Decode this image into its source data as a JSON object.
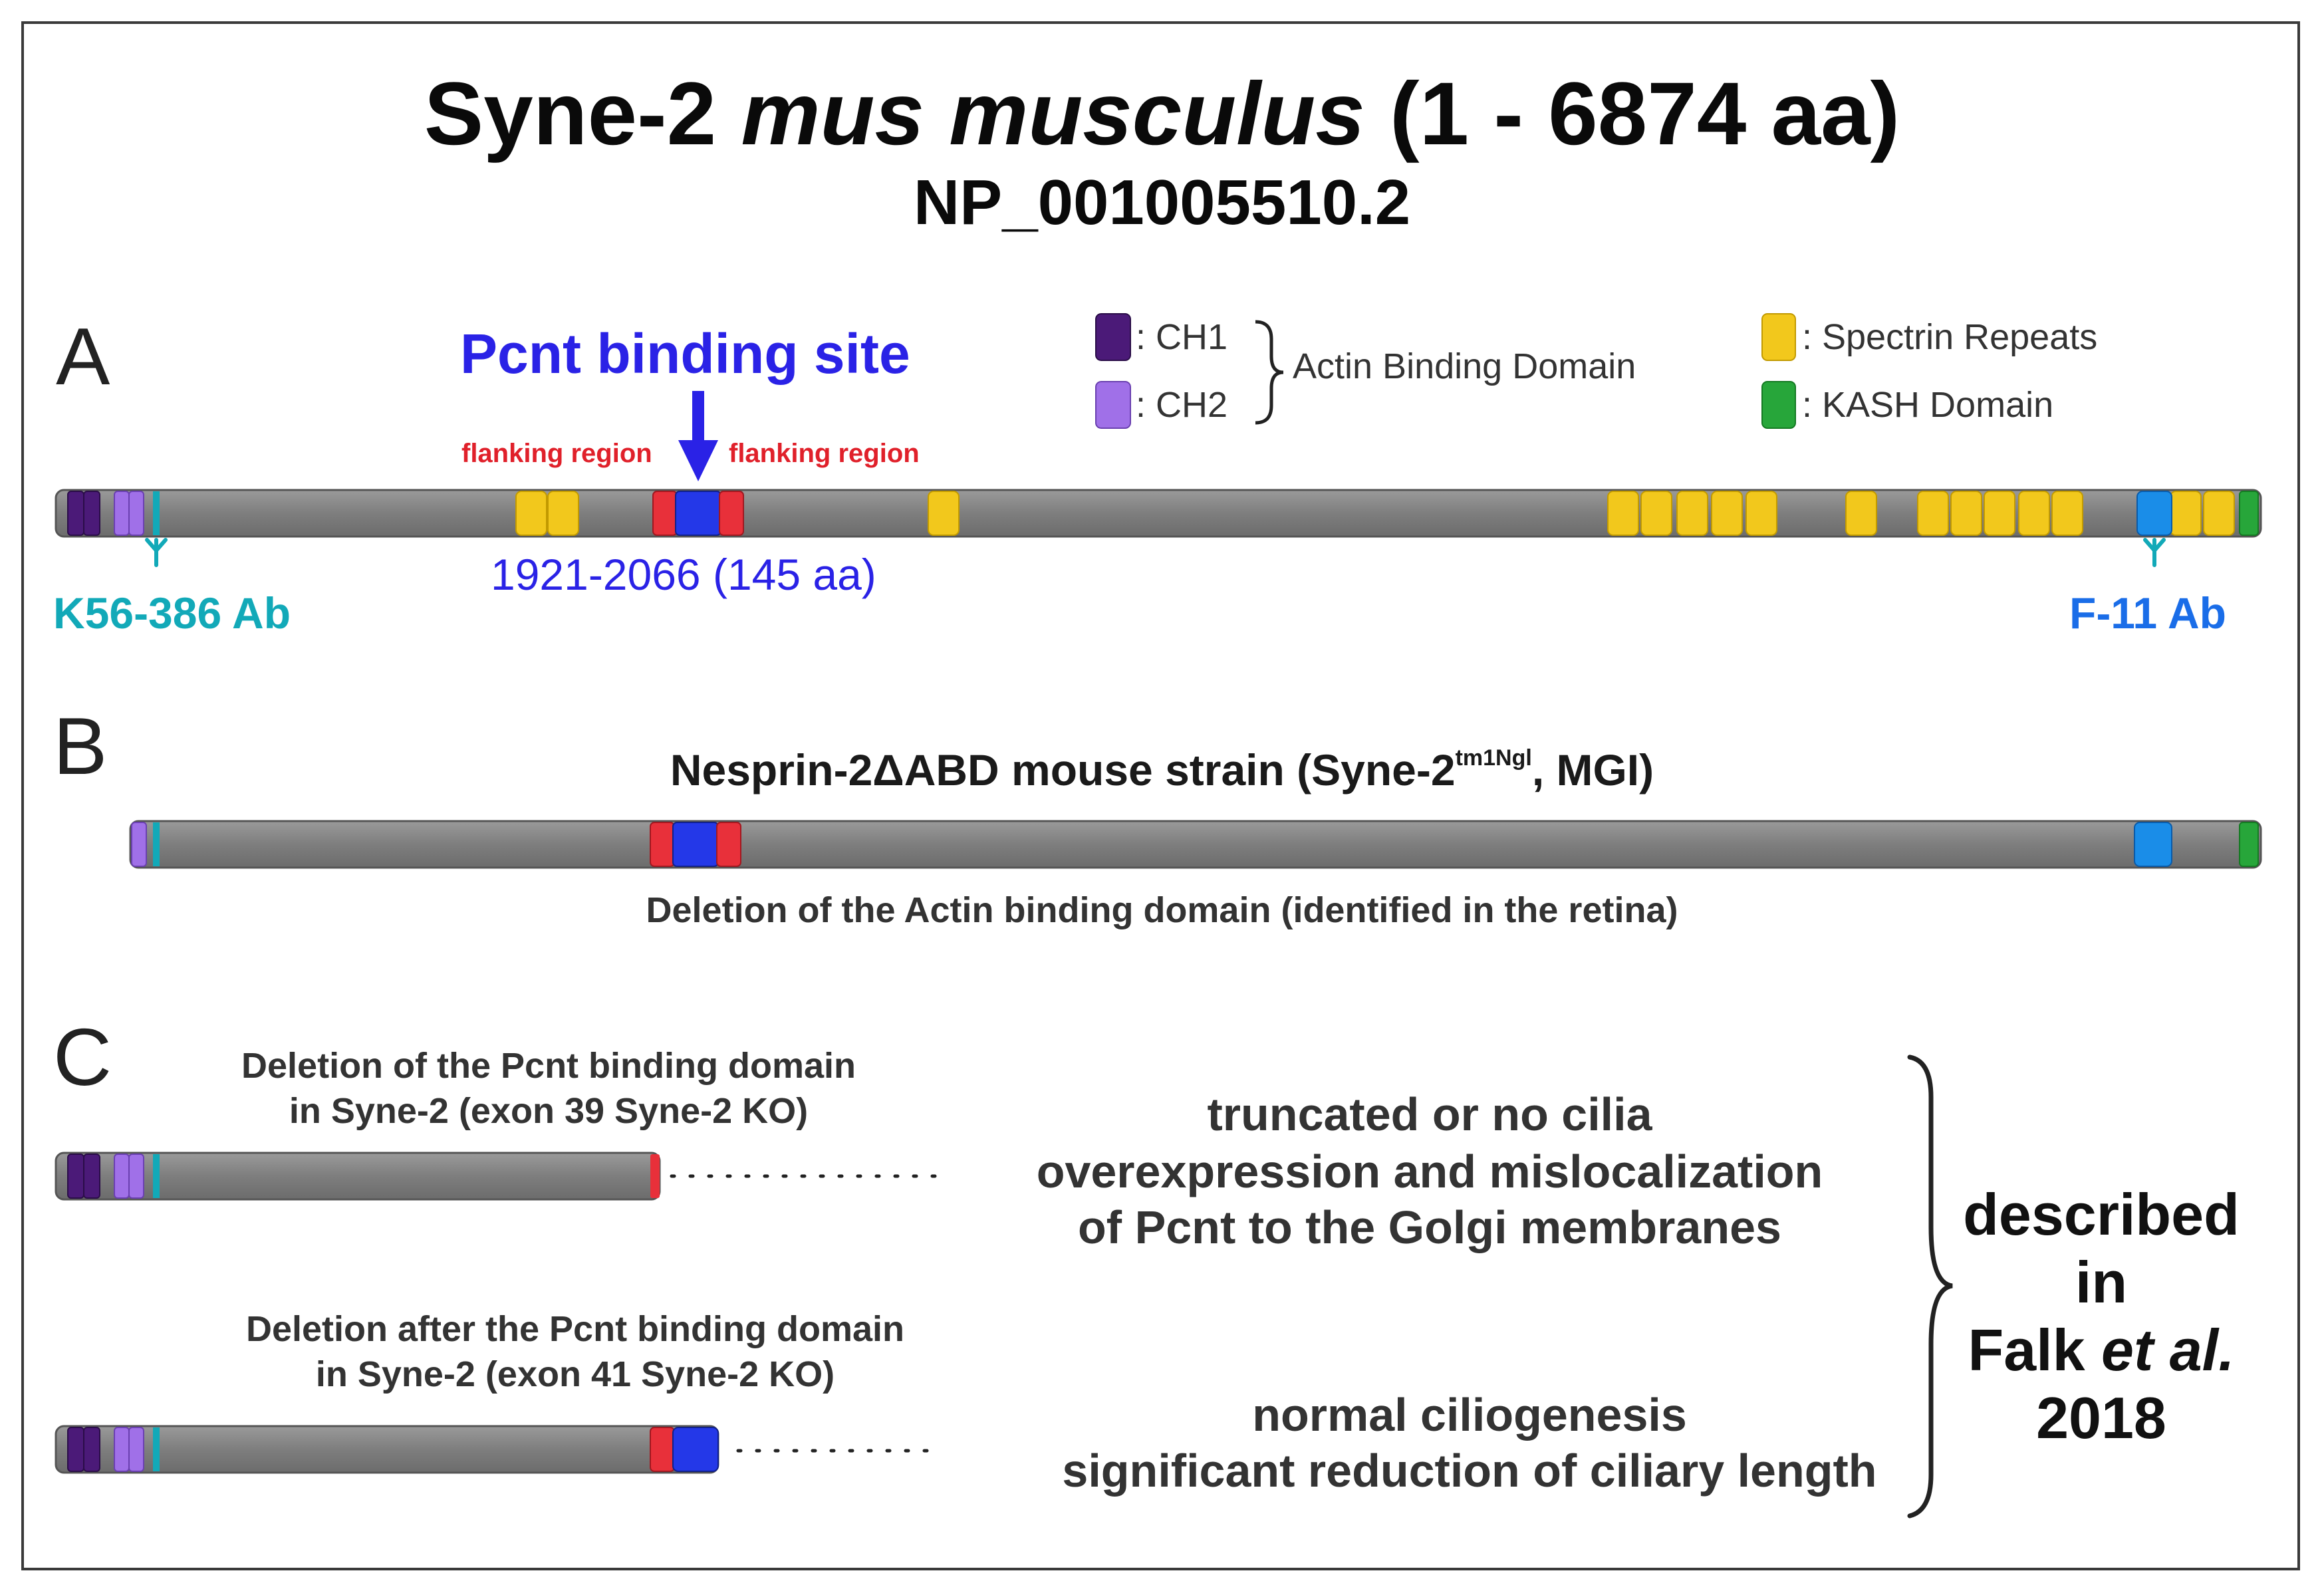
{
  "title": {
    "protein": "Syne-2",
    "species": "mus musculus",
    "range": "(1 - 6874 aa)",
    "accession": "NP_001005510.2"
  },
  "panels": {
    "a": "A",
    "b": "B",
    "c": "C"
  },
  "binding_site": {
    "label": "Pcnt binding site",
    "flank_left": "flanking region",
    "flank_right": "flanking region",
    "position": "1921-2066 (145 aa)"
  },
  "legend": {
    "ch1": ": CH1",
    "ch2": ": CH2",
    "abd": "Actin Binding Domain",
    "spectrin": ": Spectrin Repeats",
    "kash": ": KASH Domain"
  },
  "antibodies": {
    "k56": "K56-386 Ab",
    "f11": "F-11 Ab"
  },
  "panel_b": {
    "strain_prefix": "Nesprin-2ΔABD mouse strain (Syne-2",
    "strain_sup": "tm1Ngl",
    "strain_suffix": ", MGI)",
    "caption": "Deletion of the Actin binding domain (identified in the retina)"
  },
  "panel_c": {
    "construct1": [
      "Deletion of the Pcnt binding domain",
      "in Syne-2 (exon 39 Syne-2 KO)"
    ],
    "construct2": [
      "Deletion after the Pcnt binding domain",
      "in Syne-2 (exon 41 Syne-2 KO)"
    ],
    "phenotype1": [
      "truncated or no cilia",
      "overexpression and mislocalization",
      "of Pcnt to the Golgi membranes"
    ],
    "phenotype2": [
      "normal ciliogenesis",
      "significant reduction of ciliary length"
    ],
    "reference_line1": "described",
    "reference_line2": "in",
    "reference_author": "Falk",
    "reference_etal": "et al.",
    "reference_year": "2018"
  },
  "colors": {
    "backbone": "#808080",
    "ch1": "#4b1a78",
    "ch2": "#a070e8",
    "spectrin": "#f2c81c",
    "kash": "#27a63a",
    "pcnt_site": "#2438e8",
    "flank": "#e8303a",
    "k56": "#12a9b8",
    "f11": "#1a8de8"
  }
}
